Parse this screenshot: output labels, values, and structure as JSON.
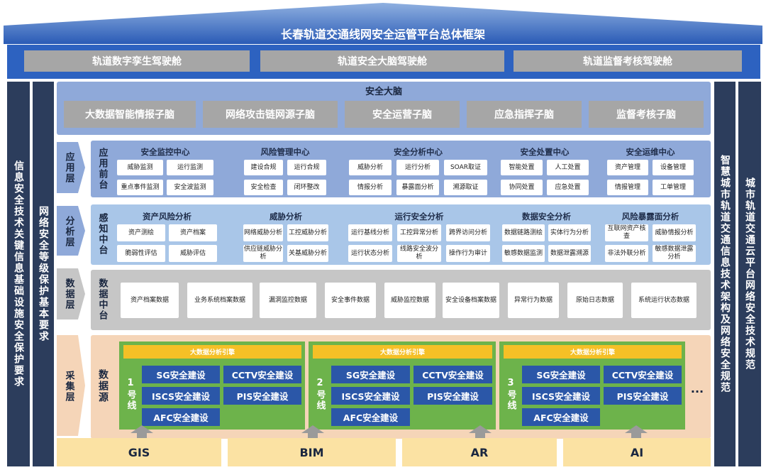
{
  "title": "长春轨道交通线网安全运管平台总体框架",
  "cockpits": [
    "轨道数字孪生驾驶舱",
    "轨道安全大脑驾驶舱",
    "轨道监督考核驾驶舱"
  ],
  "left_outer": "信息安全技术关键信息基础设施安全保护要求",
  "left_inner": "网络安全等级保护基本要求",
  "right_inner": "智慧城市轨道交通信息技术架构及网络安全规范",
  "right_outer": "城市轨道交通云平台网络安全技术规范",
  "brain": {
    "title": "安全大脑",
    "items": [
      "大数据智能情报子脑",
      "网络攻击链网源子脑",
      "安全运营子脑",
      "应急指挥子脑",
      "监督考核子脑"
    ]
  },
  "app_layer": {
    "label": "应用层",
    "platform": "应用前台",
    "groups": [
      {
        "title": "安全监控中心",
        "items": [
          "威胁监测",
          "运行监测",
          "重点事件监测",
          "安全波监测"
        ]
      },
      {
        "title": "风险管理中心",
        "items": [
          "建设合规",
          "运行合规",
          "安全检查",
          "闭环整改"
        ]
      },
      {
        "title": "安全分析中心",
        "items": [
          "威胁分析",
          "运行分析",
          "SOAR取证",
          "情报分析",
          "暴露面分析",
          "溯源取证"
        ]
      },
      {
        "title": "安全处置中心",
        "items": [
          "智能处置",
          "人工处置",
          "协同处置",
          "应急处置"
        ]
      },
      {
        "title": "安全运维中心",
        "items": [
          "资产管理",
          "设备管理",
          "情报管理",
          "工单管理"
        ]
      }
    ]
  },
  "analysis_layer": {
    "label": "分析层",
    "platform": "感知中台",
    "groups": [
      {
        "title": "资产风险分析",
        "items": [
          "资产测绘",
          "资产档案",
          "脆弱性评估",
          "威胁评估"
        ]
      },
      {
        "title": "威胁分析",
        "items": [
          "网络威胁分析",
          "工控威胁分析",
          "供应链威胁分析",
          "关基威胁分析"
        ]
      },
      {
        "title": "运行安全分析",
        "items": [
          "运行基线分析",
          "工控异常分析",
          "跨界访问分析",
          "运行状态分析",
          "线路安全波分析",
          "操作行为审计"
        ]
      },
      {
        "title": "数据安全分析",
        "items": [
          "数据链路测绘",
          "实体行为分析",
          "敏感数据监测",
          "数据泄露溯源"
        ]
      },
      {
        "title": "风险暴露面分析",
        "items": [
          "互联网资产核查",
          "威胁情报分析",
          "非法外联分析",
          "敏感数据泄露分析"
        ]
      }
    ]
  },
  "data_layer": {
    "label": "数据层",
    "platform": "数据中台",
    "items": [
      "资产档案数据",
      "业务系统档案数据",
      "漏洞监控数据",
      "安全事件数据",
      "威胁监控数据",
      "安全设备档案数据",
      "异常行为数据",
      "原始日志数据",
      "系统运行状态数据"
    ]
  },
  "collect_layer": {
    "label": "采集层",
    "platform": "数据源",
    "engine": "大数据分析引擎",
    "lines": [
      {
        "name": "1号线",
        "subs": [
          "SG安全建设",
          "CCTV安全建设",
          "ISCS安全建设",
          "PIS安全建设",
          "AFC安全建设"
        ]
      },
      {
        "name": "2号线",
        "subs": [
          "SG安全建设",
          "CCTV安全建设",
          "ISCS安全建设",
          "PIS安全建设",
          "AFC安全建设"
        ]
      },
      {
        "name": "3号线",
        "subs": [
          "SG安全建设",
          "CCTV安全建设",
          "ISCS安全建设",
          "PIS安全建设",
          "AFC安全建设"
        ]
      }
    ],
    "more": "..."
  },
  "foundation": [
    "GIS",
    "BIM",
    "AR",
    "AI"
  ]
}
